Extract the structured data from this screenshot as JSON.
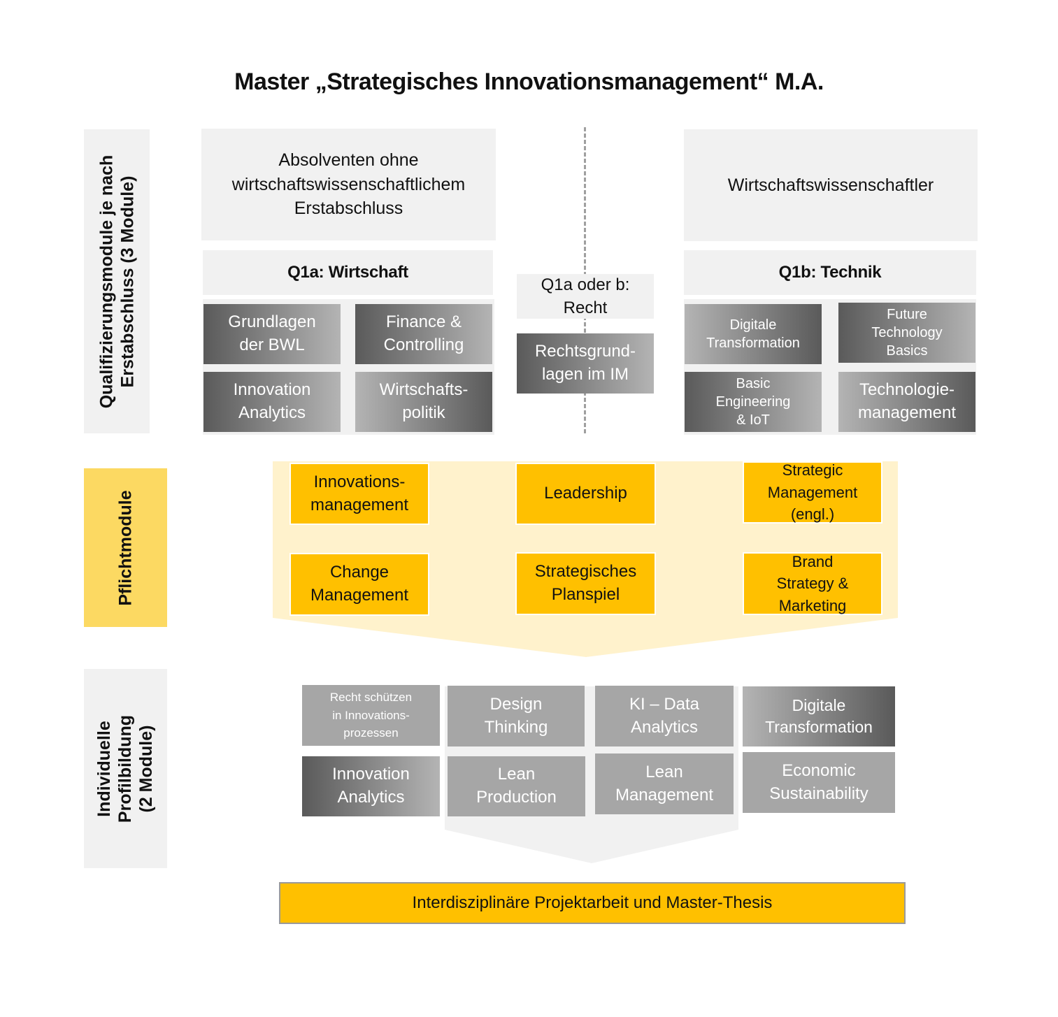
{
  "title": "Master „Strategisches Innovationsmanagement“ M.A.",
  "sections": {
    "qualifizierung": "Qualifizierungsmodule je nach\nErstabschluss (3 Module)",
    "pflicht": "Pflichtmodule",
    "profil": "Individuelle\nProfilbildung\n(2 Module)"
  },
  "qualifizierung": {
    "left_group": "Absolventen ohne\nwirtschaftswissenschaftlichem\nErstabschluss",
    "right_group": "Wirtschaftswissenschaftler",
    "q1a_header": "Q1a: Wirtschaft",
    "q1b_header": "Q1b: Technik",
    "recht_header": "Q1a oder b:\nRecht",
    "q1a_modules": [
      "Grundlagen\nder BWL",
      "Finance &\nControlling",
      "Innovation\nAnalytics",
      "Wirtschafts-\npolitik"
    ],
    "recht_module": "Rechtsgrund-\nlagen im IM",
    "q1b_modules": [
      "Digitale\nTransformation",
      "Future\nTechnology\nBasics",
      "Basic\nEngineering\n& IoT",
      "Technologie-\nmanagement"
    ]
  },
  "pflichtmodule": [
    "Innovations-\nmanagement",
    "Leadership",
    "Strategic\nManagement\n(engl.)",
    "Change\nManagement",
    "Strategisches\nPlanspiel",
    "Brand\nStrategy &\nMarketing"
  ],
  "profilbildung": [
    "Recht schützen\nin Innovations-\nprozessen",
    "Design\nThinking",
    "KI – Data\nAnalytics",
    "Digitale\nTransformation",
    "Innovation\nAnalytics",
    "Lean\nProduction",
    "Lean\nManagement",
    "Economic\nSustainability"
  ],
  "final": "Interdisziplinäre Projektarbeit und Master-Thesis",
  "colors": {
    "accent": "#ffc000",
    "accent_light": "#fff2cc",
    "panel": "#f1f1f1",
    "tile_dark": "#5a5a5a",
    "tile_light": "#b4b4b4"
  }
}
